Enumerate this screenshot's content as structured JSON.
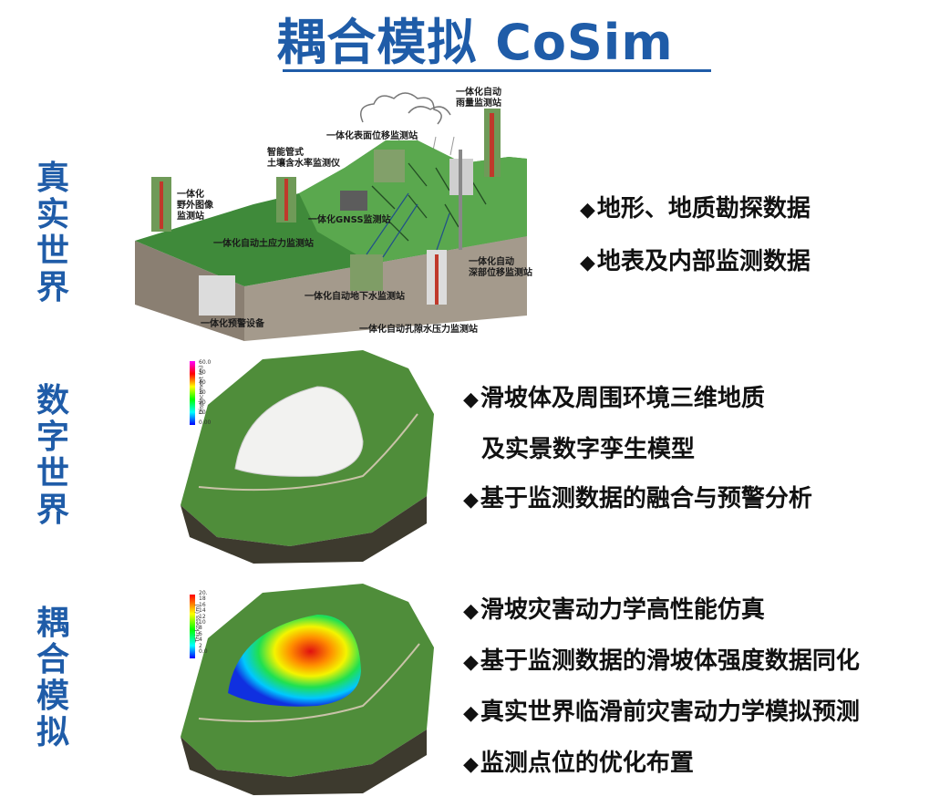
{
  "title": "耦合模拟 CoSim",
  "sections": [
    {
      "side_label": [
        "真",
        "实",
        "世",
        "界"
      ],
      "bullets": [
        "地形、地质勘探数据",
        "地表及内部监测数据"
      ]
    },
    {
      "side_label": [
        "数",
        "字",
        "世",
        "界"
      ],
      "bullets": [
        "滑坡体及周围环境三维地质",
        "及实景数字孪生模型",
        "基于监测数据的融合与预警分析"
      ]
    },
    {
      "side_label": [
        "耦",
        "合",
        "模",
        "拟"
      ],
      "bullets": [
        "滑坡灾害动力学高性能仿真",
        "基于监测数据的滑坡体强度数据同化",
        "真实世界临滑前灾害动力学模拟预测",
        "监测点位的优化布置"
      ]
    }
  ],
  "bullet_marker": "◆",
  "station_labels": {
    "rain": [
      "一体化自动",
      "雨量监测站"
    ],
    "surface_disp": "一体化表面位移监测站",
    "soil_moisture": [
      "智能管式",
      "土壤含水率监测仪"
    ],
    "field_image": [
      "一体化",
      "野外图像",
      "监测站"
    ],
    "gnss": "一体化GNSS监测站",
    "soil_stress": "一体化自动土应力监测站",
    "deep_disp": [
      "一体化自动",
      "深部位移监测站"
    ],
    "groundwater": "一体化自动地下水监测站",
    "warning": "一体化预警设备",
    "pore_pressure": "一体化自动孔隙水压力监测站"
  },
  "legend_displacement": {
    "title": "Displacement (m)",
    "ticks": [
      "60.0",
      "50",
      "40",
      "30",
      "20",
      "10",
      "0.00"
    ]
  },
  "legend_thickness": {
    "title": "Thickness (m)",
    "ticks": [
      "20.",
      "18",
      "16",
      "14",
      "12",
      "10",
      "8",
      "6",
      "4",
      "2",
      "0.0"
    ]
  },
  "colors": {
    "accent": "#1f5ca8",
    "terrain": "#3f8a3a",
    "slope": "#5aa84e",
    "soil": "#8a7f72"
  }
}
